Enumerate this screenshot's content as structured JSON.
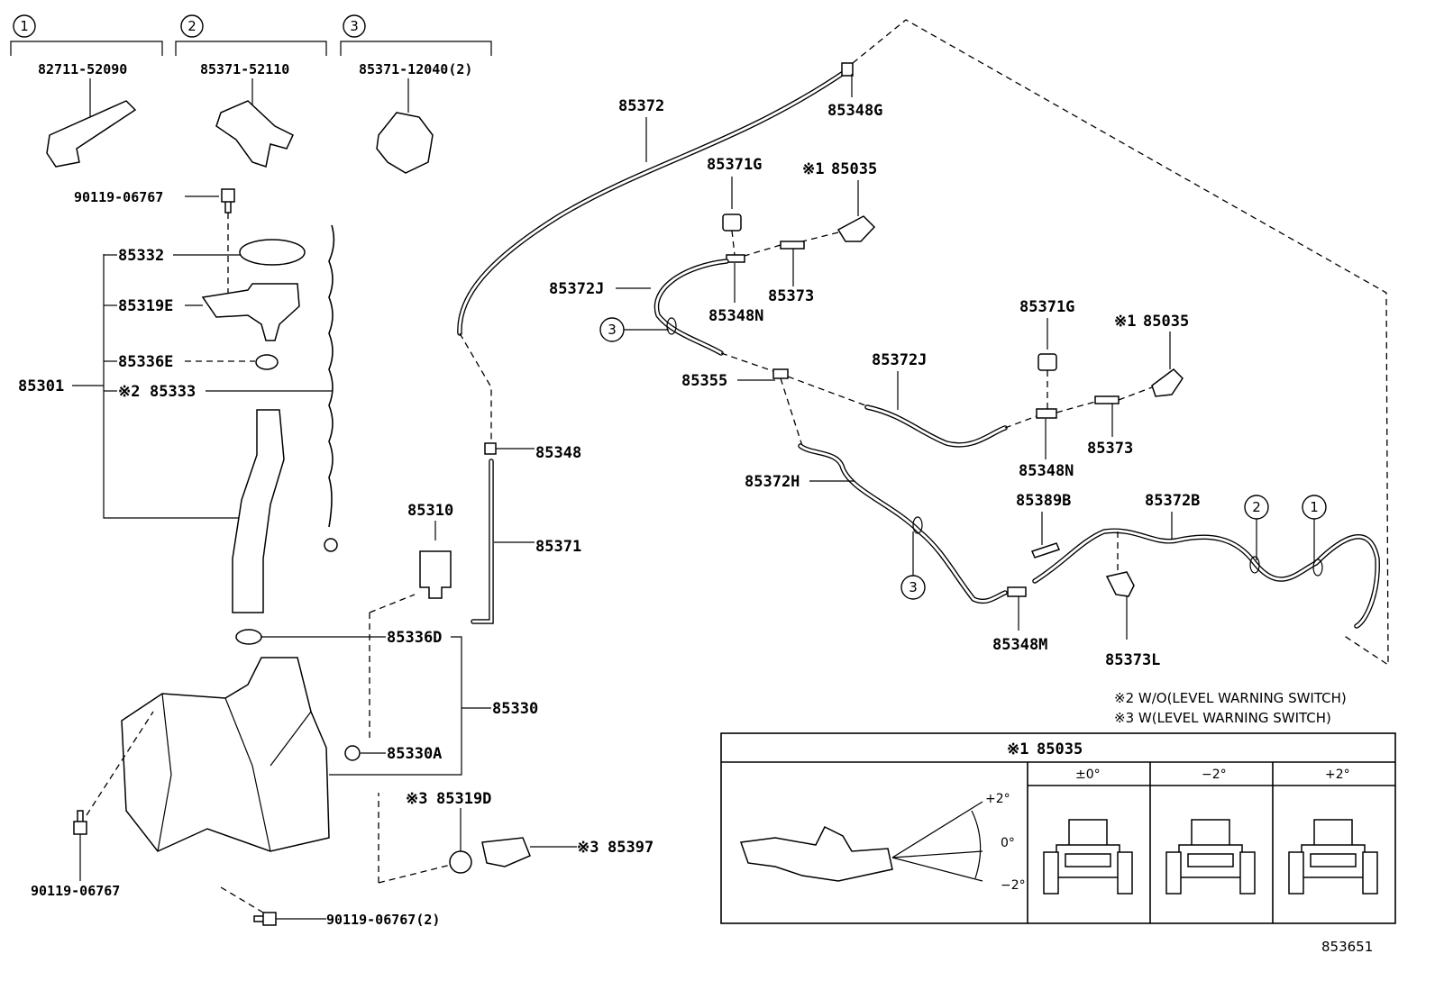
{
  "groups": [
    {
      "num": "1",
      "part": "82711-52090"
    },
    {
      "num": "2",
      "part": "85371-52110"
    },
    {
      "num": "3",
      "part": "85371-12040(2)"
    }
  ],
  "labels": {
    "bolt_top": "90119-06767",
    "p85332": "85332",
    "p85319E": "85319E",
    "p85336E": "85336E",
    "p85301": "85301",
    "mark2": "※2",
    "p85333": "85333",
    "p85310": "85310",
    "p85336D": "85336D",
    "p85330": "85330",
    "p85330A": "85330A",
    "mark3a": "※3",
    "p85319D": "85319D",
    "mark3b": "※3",
    "p85397": "85397",
    "bolt_left": "90119-06767",
    "bolt_bottom": "90119-06767(2)",
    "p85372": "85372",
    "p85348G": "85348G",
    "p85371G_a": "85371G",
    "mark1a": "※1",
    "p85035_a": "85035",
    "p85372J_a": "85372J",
    "p85373_a": "85373",
    "p85348N_a": "85348N",
    "p85371G_b": "85371G",
    "mark1b": "※1",
    "p85035_b": "85035",
    "p85355": "85355",
    "p85372J_b": "85372J",
    "p85373_b": "85373",
    "p85348N_b": "85348N",
    "p85348": "85348",
    "p85371": "85371",
    "p85372H": "85372H",
    "p85389B": "85389B",
    "p85372B": "85372B",
    "p85348M": "85348M",
    "p85373L": "85373L",
    "circle3_a": "3",
    "circle3_b": "3",
    "circle2": "2",
    "circle1": "1"
  },
  "notes": [
    "※2 W/O(LEVEL WARNING SWITCH)",
    "※3 W(LEVEL WARNING SWITCH)"
  ],
  "table": {
    "title_mark": "※1",
    "title_part": "85035",
    "angles": [
      "+2°",
      "0°",
      "−2°"
    ],
    "columns": [
      "±0°",
      "−2°",
      "+2°"
    ]
  },
  "drawing_number": "853651"
}
